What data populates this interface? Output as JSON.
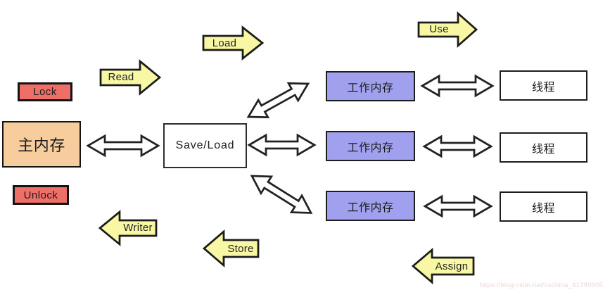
{
  "diagram": {
    "title_semantics": "Java memory model interaction diagram",
    "main_memory_label": "主内存",
    "lock_label": "Lock",
    "unlock_label": "Unlock",
    "save_load_label": "Save/Load",
    "working_memory_boxes": [
      "工作内存",
      "工作内存",
      "工作内存"
    ],
    "thread_boxes": [
      "线程",
      "线程",
      "线程"
    ],
    "operations": {
      "read": "Read",
      "load": "Load",
      "use": "Use",
      "writer": "Writer",
      "store": "Store",
      "assign": "Assign"
    },
    "colors": {
      "main_memory_fill": "#f7cd9d",
      "lock_unlock_fill": "#ed6f68",
      "working_memory_fill": "#a0a0ef",
      "operation_arrow_fill": "#f8f8a4",
      "outline": "#1b1b1b",
      "background": "#ffffff"
    },
    "watermark": "https://blog.csdn.net/oschina_41790905"
  }
}
